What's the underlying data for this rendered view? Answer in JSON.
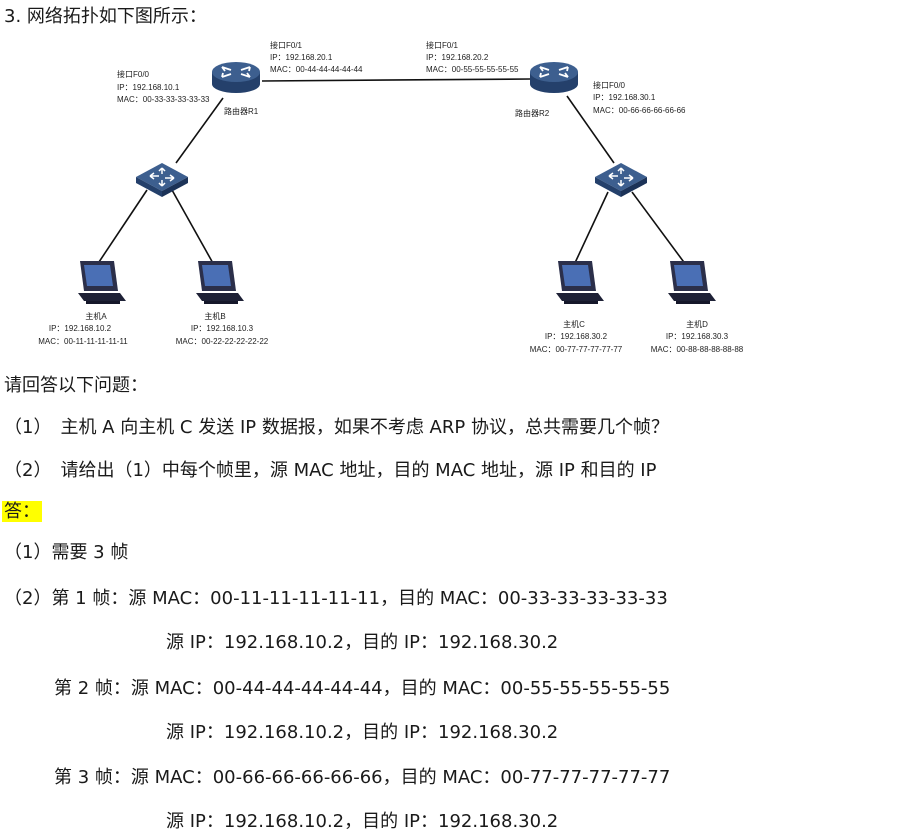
{
  "heading": "3. 网络拓扑如下图所示：",
  "diagram": {
    "r1": {
      "name": "路由器R1",
      "f01": {
        "iface": "接口F0/1",
        "ip": "IP：192.168.20.1",
        "mac": "MAC：00-44-44-44-44-44"
      },
      "f00": {
        "iface": "接口F0/0",
        "ip": "IP：192.168.10.1",
        "mac": "MAC：00-33-33-33-33-33"
      }
    },
    "r2": {
      "name": "路由器R2",
      "f01": {
        "iface": "接口F0/1",
        "ip": "IP：192.168.20.2",
        "mac": "MAC：00-55-55-55-55-55"
      },
      "f00": {
        "iface": "接口F0/0",
        "ip": "IP：192.168.30.1",
        "mac": "MAC：00-66-66-66-66-66"
      }
    },
    "hosts": {
      "a": {
        "name": "主机A",
        "ip": "IP：192.168.10.2",
        "mac": "MAC：00-11-11-11-11-11"
      },
      "b": {
        "name": "主机B",
        "ip": "IP：192.168.10.3",
        "mac": "MAC：00-22-22-22-22-22"
      },
      "c": {
        "name": "主机C",
        "ip": "IP：192.168.30.2",
        "mac": "MAC：00-77-77-77-77-77"
      },
      "d": {
        "name": "主机D",
        "ip": "IP：192.168.30.3",
        "mac": "MAC：00-88-88-88-88-88"
      }
    },
    "colors": {
      "device": "#3d5f8f",
      "device_dark": "#24406b",
      "pc": "#2b2f4a",
      "screen": "#4a6fb5",
      "link": "#111111"
    }
  },
  "prompt": "请回答以下问题：",
  "q1": "（1）　主机 A 向主机 C 发送 IP 数据报，如果不考虑 ARP 协议，总共需要几个帧？",
  "q2": "（2）　请给出（1）中每个帧里，源 MAC 地址，目的 MAC 地址，源 IP 和目的 IP",
  "answer_label": "答：",
  "a1": "（1）需要 3  帧",
  "a2_1a": "（2）第 1 帧：源 MAC：00-11-11-11-11-11，目的 MAC：00-33-33-33-33-33",
  "a2_1b": "源 IP：192.168.10.2，目的 IP：192.168.30.2",
  "a2_2a": "第 2 帧：源 MAC：00-44-44-44-44-44，目的 MAC：00-55-55-55-55-55",
  "a2_2b": "源 IP：192.168.10.2，目的 IP：192.168.30.2",
  "a2_3a": "第 3 帧：源 MAC：00-66-66-66-66-66，目的 MAC：00-77-77-77-77-77",
  "a2_3b": "源 IP：192.168.10.2，目的 IP：192.168.30.2",
  "highlight_color": "#ffff00"
}
